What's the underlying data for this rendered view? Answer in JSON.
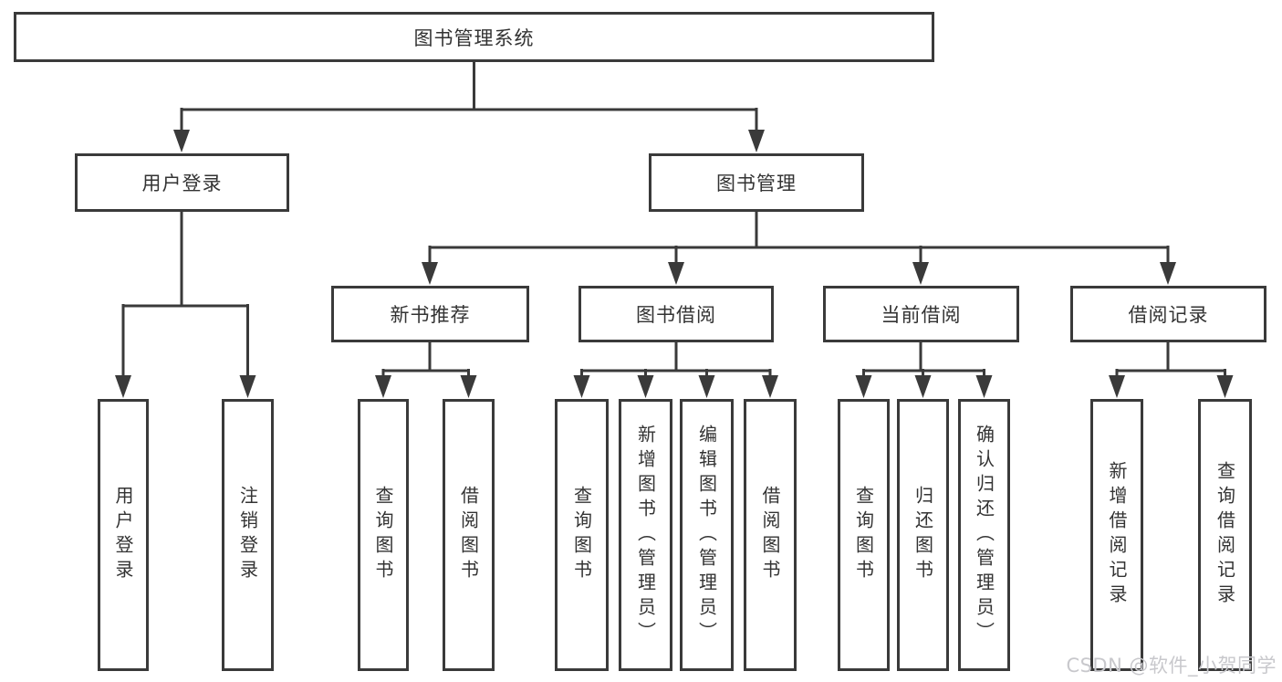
{
  "tree": {
    "root": {
      "label": "图书管理系统"
    },
    "branches": [
      {
        "label": "用户登录",
        "leaves": [
          {
            "label": "用户登录"
          },
          {
            "label": "注销登录"
          }
        ]
      },
      {
        "label": "图书管理",
        "groups": [
          {
            "label": "新书推荐",
            "leaves": [
              {
                "label": "查询图书"
              },
              {
                "label": "借阅图书"
              }
            ]
          },
          {
            "label": "图书借阅",
            "leaves": [
              {
                "label": "查询图书"
              },
              {
                "label": "新增图书（管理员）"
              },
              {
                "label": "编辑图书（管理员）"
              },
              {
                "label": "借阅图书"
              }
            ]
          },
          {
            "label": "当前借阅",
            "leaves": [
              {
                "label": "查询图书"
              },
              {
                "label": "归还图书"
              },
              {
                "label": "确认归还（管理员）"
              }
            ]
          },
          {
            "label": "借阅记录",
            "leaves": [
              {
                "label": "新增借阅记录"
              },
              {
                "label": "查询借阅记录"
              }
            ]
          }
        ]
      }
    ]
  },
  "watermark": {
    "text": "CSDN @软件_小贺同学"
  },
  "colors": {
    "line": "#3a3a3a",
    "box_border": "#3a3a3a",
    "text": "#333333",
    "watermark": "#c8c8cc",
    "background": "#ffffff"
  }
}
